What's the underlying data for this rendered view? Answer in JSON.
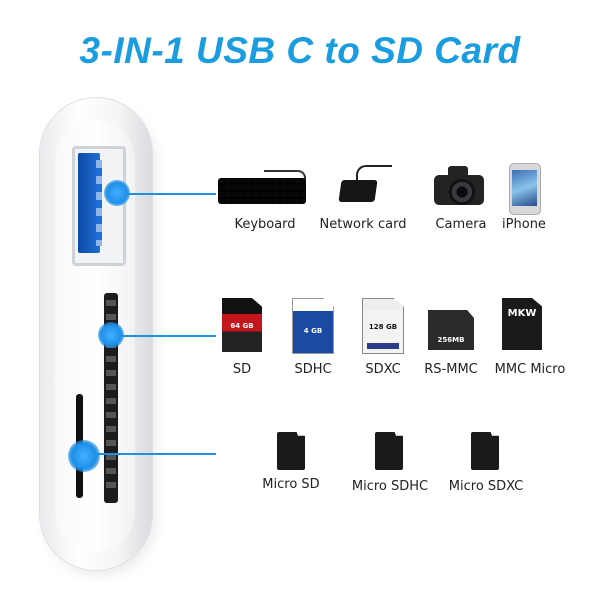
{
  "title": "3-IN-1 USB C to SD Card",
  "usb_devices": [
    {
      "label": "Keyboard",
      "icon": "keyboard-icon"
    },
    {
      "label": "Network card",
      "icon": "network-card-icon"
    },
    {
      "label": "Camera",
      "icon": "camera-icon"
    },
    {
      "label": "iPhone",
      "icon": "iphone-icon"
    }
  ],
  "sd_cards": [
    {
      "label": "SD",
      "card_text": "64 GB"
    },
    {
      "label": "SDHC",
      "card_text": "4 GB"
    },
    {
      "label": "SDXC",
      "card_text": "128 GB"
    },
    {
      "label": "RS-MMC",
      "card_text": "256MB"
    },
    {
      "label": "MMC Micro",
      "card_text": "MKW"
    }
  ],
  "micro_cards": [
    {
      "label": "Micro SD"
    },
    {
      "label": "Micro SDHC"
    },
    {
      "label": "Micro SDXC"
    }
  ],
  "colors": {
    "accent": "#1a9ce0",
    "line": "#1e90e6"
  }
}
